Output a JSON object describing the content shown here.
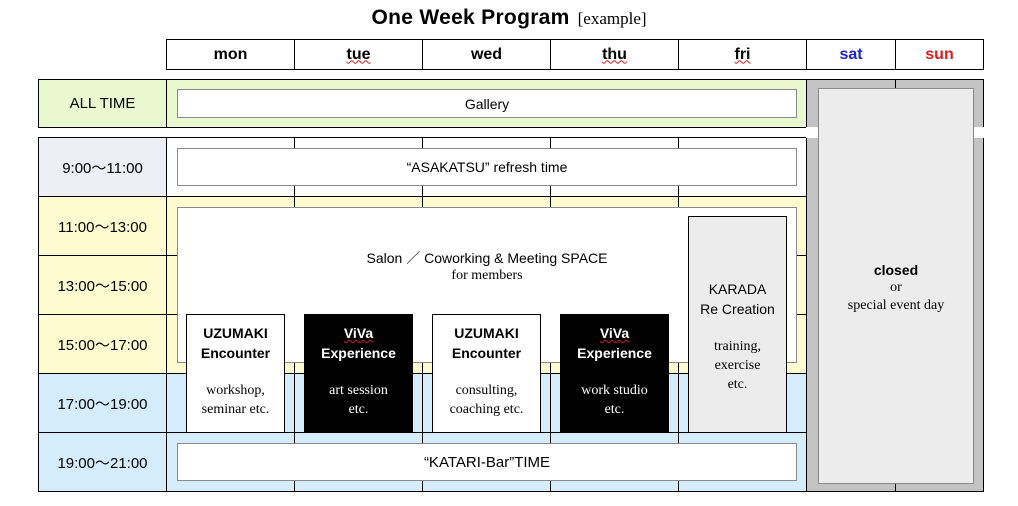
{
  "title": {
    "main": "One Week Program",
    "sub": "[example]"
  },
  "days": [
    {
      "label": "mon",
      "color": "#000000"
    },
    {
      "label": "tue",
      "color": "#000000"
    },
    {
      "label": "wed",
      "color": "#000000"
    },
    {
      "label": "thu",
      "color": "#000000"
    },
    {
      "label": "fri",
      "color": "#000000"
    },
    {
      "label": "sat",
      "color": "#1f24c8"
    },
    {
      "label": "sun",
      "color": "#e01b1b"
    }
  ],
  "time_slots": [
    "ALL TIME",
    "9:00〜11:00",
    "11:00〜13:00",
    "13:00〜15:00",
    "15:00〜17:00",
    "17:00〜19:00",
    "19:00〜21:00"
  ],
  "events": {
    "gallery": "Gallery",
    "asakatsu": "“ASAKATSU” refresh time",
    "salon_line1": "Salon ／ Coworking & Meeting SPACE",
    "salon_line2": "for members",
    "katari": "“KATARI-Bar”TIME",
    "closed_line1": "closed",
    "closed_line2": "or",
    "closed_line3": "special event day"
  },
  "cards": {
    "mon": {
      "title1": "UZUMAKI",
      "title2": "Encounter",
      "desc1": "workshop,",
      "desc2": "seminar etc."
    },
    "tue": {
      "title1": "ViVa",
      "title2": "Experience",
      "desc1": "art session",
      "desc2": "etc."
    },
    "wed": {
      "title1": "UZUMAKI",
      "title2": "Encounter",
      "desc1": "consulting,",
      "desc2": "coaching etc."
    },
    "thu": {
      "title1": "ViVa",
      "title2": "Experience",
      "desc1": "work studio",
      "desc2": "etc."
    },
    "fri": {
      "title1": "KARADA",
      "title2": "Re Creation",
      "desc1": "training,",
      "desc2": "exercise",
      "desc3": "etc."
    }
  },
  "colors": {
    "all_time_bg": "#eaf8cf",
    "morning_bg": "#eeeef6",
    "day_bg": "#fdfbcf",
    "evening_bg": "#d4ecfb",
    "weekend_bg": "#c3c3c3",
    "closed_box_bg": "#ececec",
    "dark_card_bg": "#000000"
  }
}
